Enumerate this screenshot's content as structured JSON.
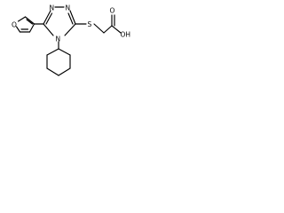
{
  "molecule": {
    "atoms": {
      "n_top_left": "N",
      "n_top_right": "N",
      "n_ring_lower": "N",
      "o_furan": "O",
      "s_thioether": "S",
      "o_carbonyl": "O",
      "oh_acid": "OH"
    }
  },
  "colors": {
    "background": "#ffffff",
    "ink": "#000000"
  }
}
